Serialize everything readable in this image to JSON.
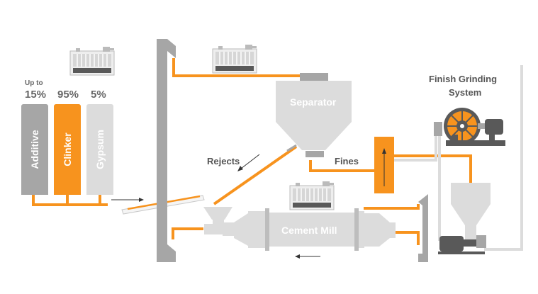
{
  "colors": {
    "orange": "#f7931e",
    "gray": "#a6a6a6",
    "light_gray": "#dcdcdc",
    "dark_gray": "#595959",
    "text_gray": "#666666"
  },
  "silos": {
    "additive": {
      "top_label": "Up to",
      "percent": "15%",
      "name": "Additive"
    },
    "clinker": {
      "percent": "95%",
      "name": "Clinker"
    },
    "gypsum": {
      "percent": "5%",
      "name": "Gypsum"
    }
  },
  "labels": {
    "separator": "Separator",
    "rejects": "Rejects",
    "fines": "Fines",
    "cement_mill": "Cement Mill",
    "finish_grinding_line1": "Finish Grinding",
    "finish_grinding_line2": "System"
  },
  "icons": {
    "dust_collector": "dust-collector-icon",
    "motor": "motor-icon",
    "fan": "fan-icon"
  }
}
